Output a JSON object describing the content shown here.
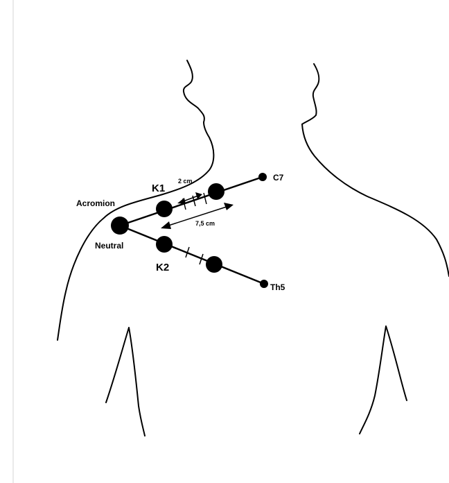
{
  "labels": {
    "acromion": "Acromion",
    "neutral": "Neutral",
    "k1": "K1",
    "k2": "K2",
    "c7": "C7",
    "th5": "Th5",
    "dist_short": "2 cm",
    "dist_long": "7,5 cm"
  },
  "colors": {
    "ink": "#000000",
    "background": "#ffffff",
    "frame": "#cccccc"
  }
}
